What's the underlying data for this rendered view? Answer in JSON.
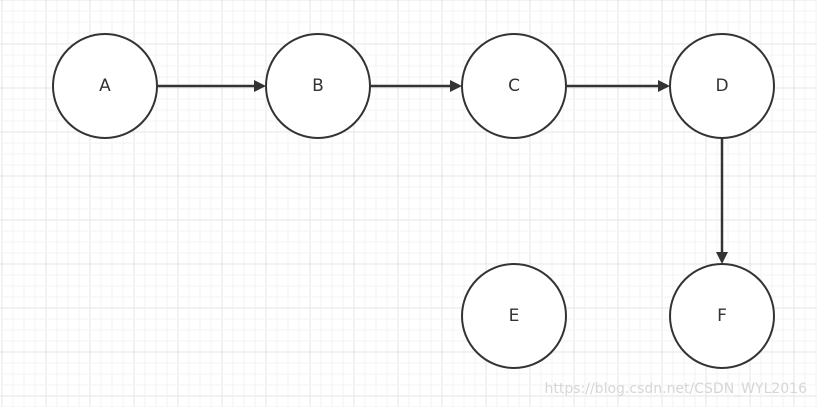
{
  "colors": {
    "background": "#ffffff",
    "grid_fine": "#f3f3f3",
    "grid_major": "#e6e6e6",
    "stroke": "#333333",
    "watermark": "#d6d6d6"
  },
  "nodes": [
    {
      "id": "A",
      "label": "A"
    },
    {
      "id": "B",
      "label": "B"
    },
    {
      "id": "C",
      "label": "C"
    },
    {
      "id": "D",
      "label": "D"
    },
    {
      "id": "E",
      "label": "E"
    },
    {
      "id": "F",
      "label": "F"
    }
  ],
  "edges": [
    {
      "from": "A",
      "to": "B"
    },
    {
      "from": "B",
      "to": "C"
    },
    {
      "from": "C",
      "to": "D"
    },
    {
      "from": "D",
      "to": "F"
    }
  ],
  "watermark": "https://blog.csdn.net/CSDN_WYL2016"
}
